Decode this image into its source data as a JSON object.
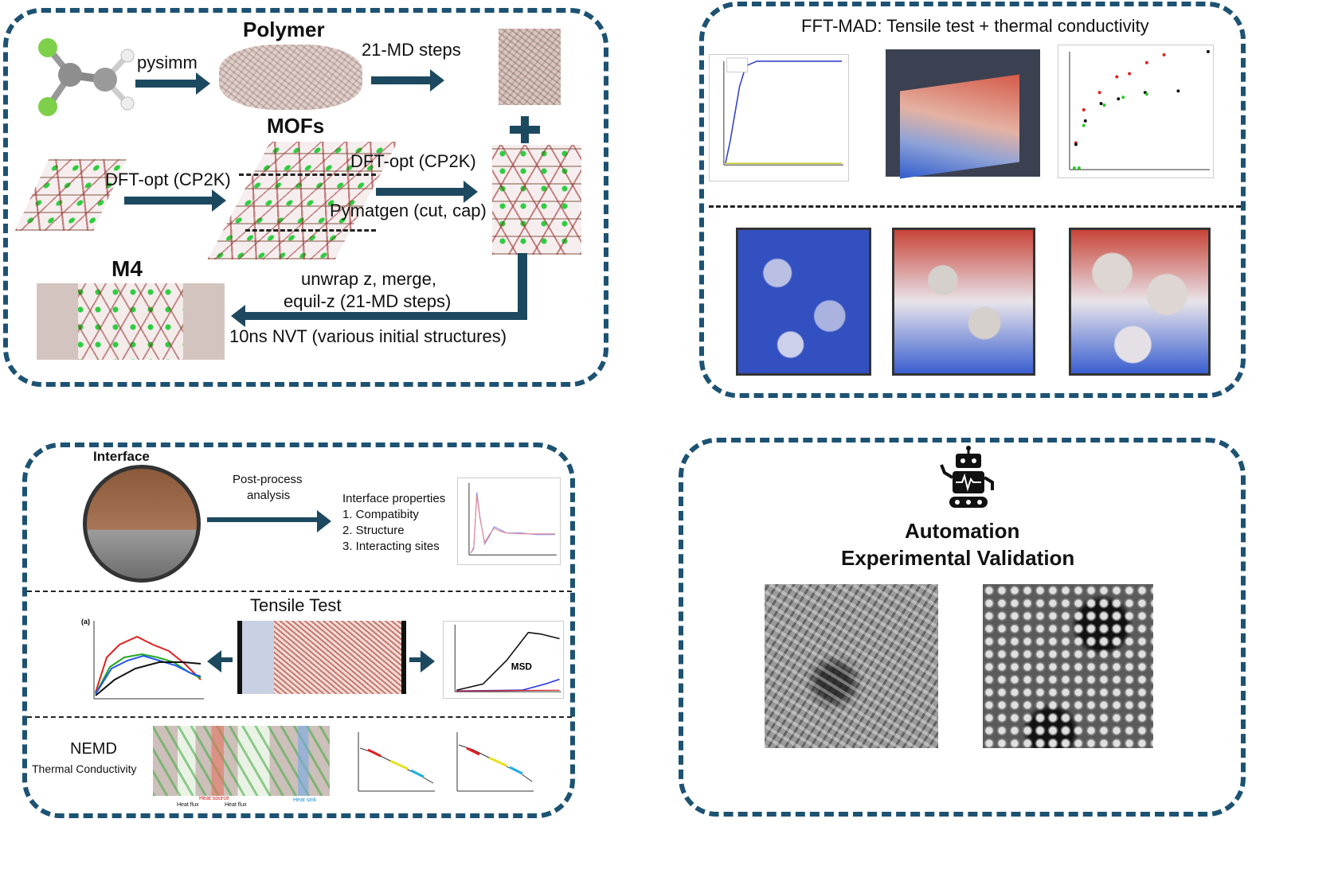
{
  "colors": {
    "panel_border": "#1d5273",
    "arrow": "#1d4960",
    "text": "#111111"
  },
  "top_left": {
    "polymer_label": "Polymer",
    "pysimm_label": "pysimm",
    "md_steps_label": "21-MD steps",
    "mofs_label": "MOFs",
    "dft_opt_left": "DFT-opt (CP2K)",
    "dft_opt_right": "DFT-opt (CP2K)",
    "pymatgen_label": "Pymatgen (cut, cap)",
    "m4_label": "M4",
    "unwrap_label": "unwrap z, merge,",
    "equil_label": "equil-z (21-MD steps)",
    "nvt_label": "10ns NVT (various initial structures)",
    "plus_icon": "plus-icon"
  },
  "top_right": {
    "title": "FFT-MAD: Tensile test + thermal conductivity"
  },
  "bottom_left": {
    "interface_label": "Interface",
    "postprocess_line1": "Post-process",
    "postprocess_line2": "analysis",
    "properties_title": "Interface properties",
    "properties": [
      "1.  Compatibity",
      "2.  Structure",
      "3.  Interacting sites"
    ],
    "tensile_title": "Tensile Test",
    "msd_label": "MSD",
    "nemd_label": "NEMD",
    "thermal_label": "Thermal Conductivity",
    "heat_source": "Heat source",
    "heat_sink": "Heat sink",
    "heat_flux_1": "Heat flux",
    "heat_flux_2": "Heat flux",
    "chart_a": "(a)"
  },
  "bottom_right": {
    "automation_label": "Automation",
    "validation_label": "Experimental Validation",
    "robot_icon": "robot-icon"
  }
}
